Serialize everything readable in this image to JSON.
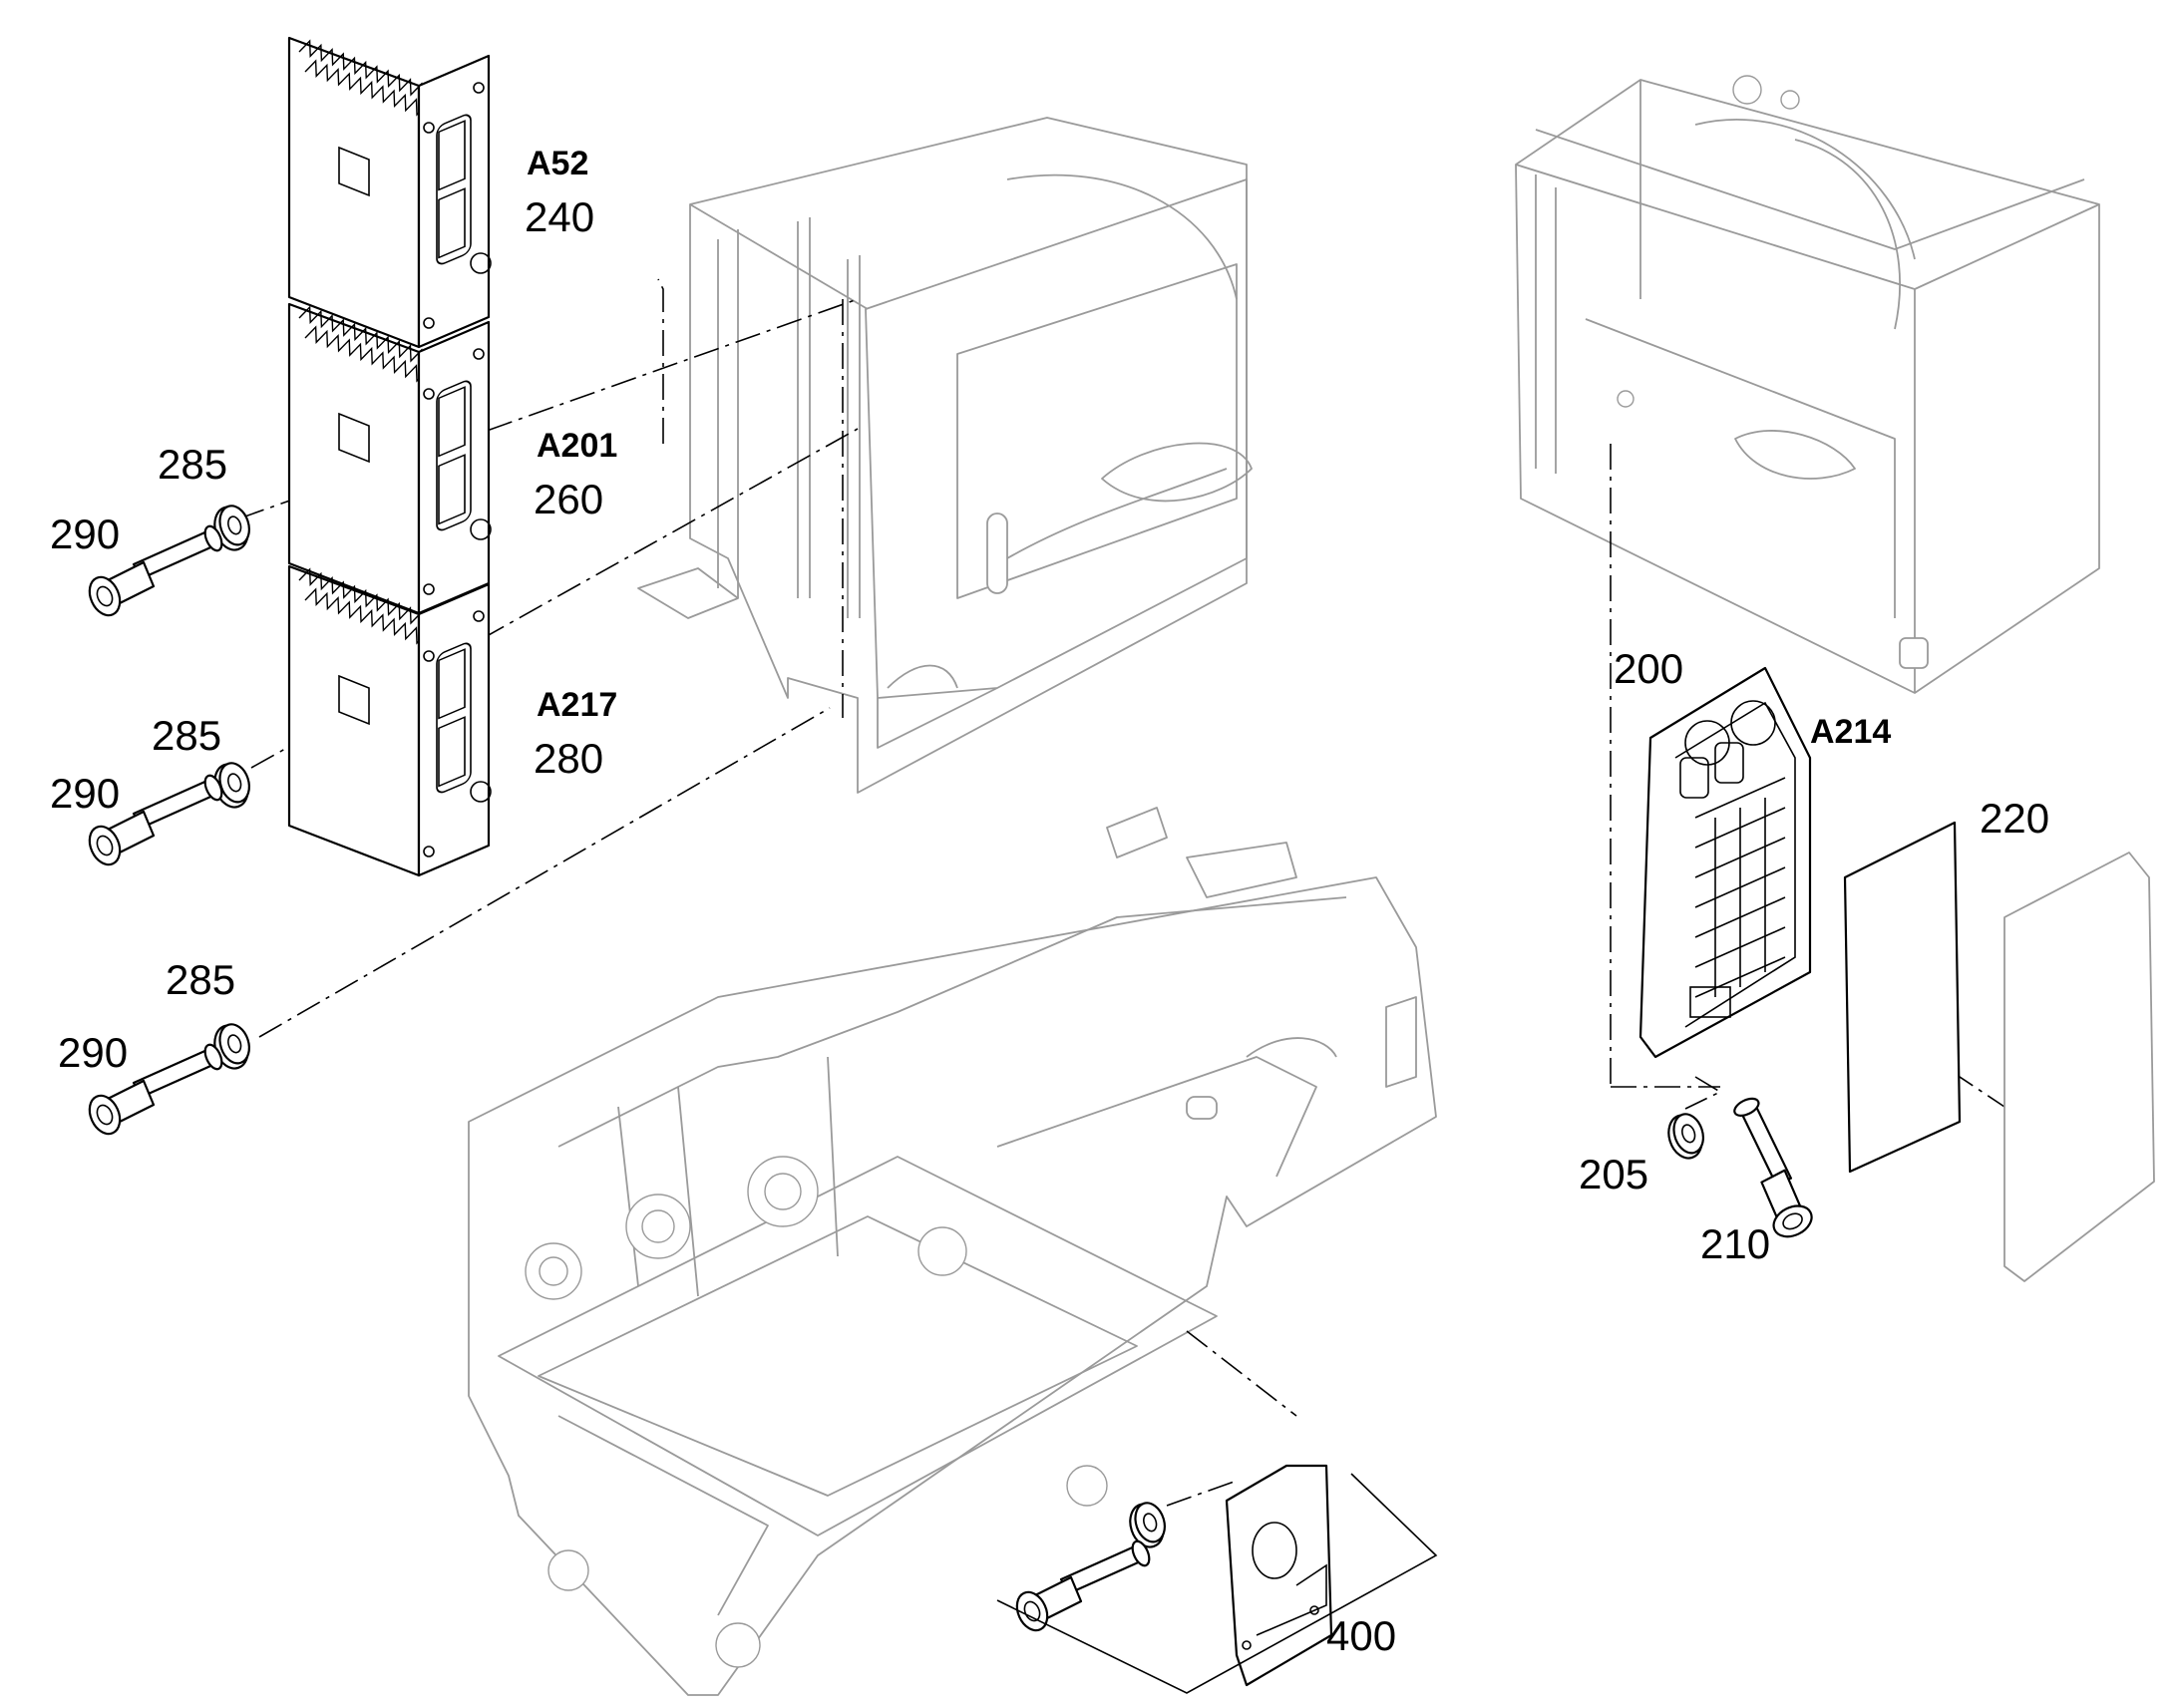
{
  "callouts": {
    "ecu_a52": {
      "code": "A52",
      "item": "240"
    },
    "ecu_a201": {
      "code": "A201",
      "item": "260"
    },
    "ecu_a217": {
      "code": "A217",
      "item": "280"
    },
    "washer_1": "285",
    "screw_1": "290",
    "washer_2": "285",
    "screw_2": "290",
    "washer_3": "285",
    "screw_3": "290",
    "fuse_board": {
      "item": "200",
      "code": "A214"
    },
    "washer_205": "205",
    "screw_210": "210",
    "cover_220": "220",
    "bracket_kit_400": "400"
  }
}
